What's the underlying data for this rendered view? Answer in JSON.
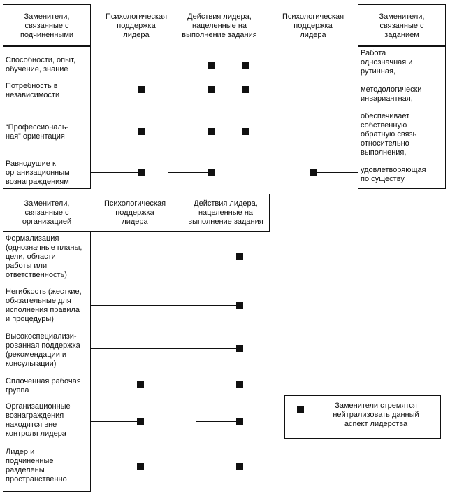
{
  "top": {
    "headers": {
      "subordinates": "Заменители,\nсвязанные с\nподчиненными",
      "psych1": "Психологическая\nподдержка\nлидера",
      "task": "Действия лидера,\nнацеленные на\nвыполнение задания",
      "psych2": "Психологическая\nподдержка\nлидера",
      "taskSubs": "Заменители,\nсвязанные с\nзаданием"
    },
    "rows": [
      {
        "label": "Способности, опыт,\nобучение, знание"
      },
      {
        "label": "Потребность в\nнезависимости"
      },
      {
        "label": "“Профессиональ-\nная” ориентация"
      },
      {
        "label": "Равнодушие к\nорганизационным\nвознаграждениям"
      }
    ],
    "task_items": [
      {
        "label": "Работа\nоднозначная и\nрутинная,"
      },
      {
        "label": "методологически\nинвариантная,"
      },
      {
        "label": "обеспечивает\nсобственную\nобратную связь\nотносительно\nвыполнения,"
      },
      {
        "label": "удовлетворяющая\nпо существу"
      }
    ]
  },
  "bottom": {
    "headers": {
      "organization": "Заменители,\nсвязанные с\nорганизацией",
      "psych": "Психологическая\nподдержка\nлидера",
      "task": "Действия лидера,\nнацеленные на\nвыполнение задания"
    },
    "rows": [
      {
        "label": "Формализация\n(однозначные планы,\nцели, области\nработы или\nответственность)"
      },
      {
        "label": "Негибкость (жесткие,\nобязательные для\nисполнения правила\nи процедуры)"
      },
      {
        "label": "Высокоспециализи-\nрованная поддержка\n(рекомендации и\nконсультации)"
      },
      {
        "label": "Сплоченная рабочая\nгруппа"
      },
      {
        "label": "Организационные\nвознаграждения\nнаходятся вне\nконтроля лидера"
      },
      {
        "label": "Лидер и\nподчиненные\nразделены\nпространственно"
      }
    ]
  },
  "legend": {
    "text": "Заменители стремятся\nнейтрализовать данный\nаспект лидерства"
  }
}
